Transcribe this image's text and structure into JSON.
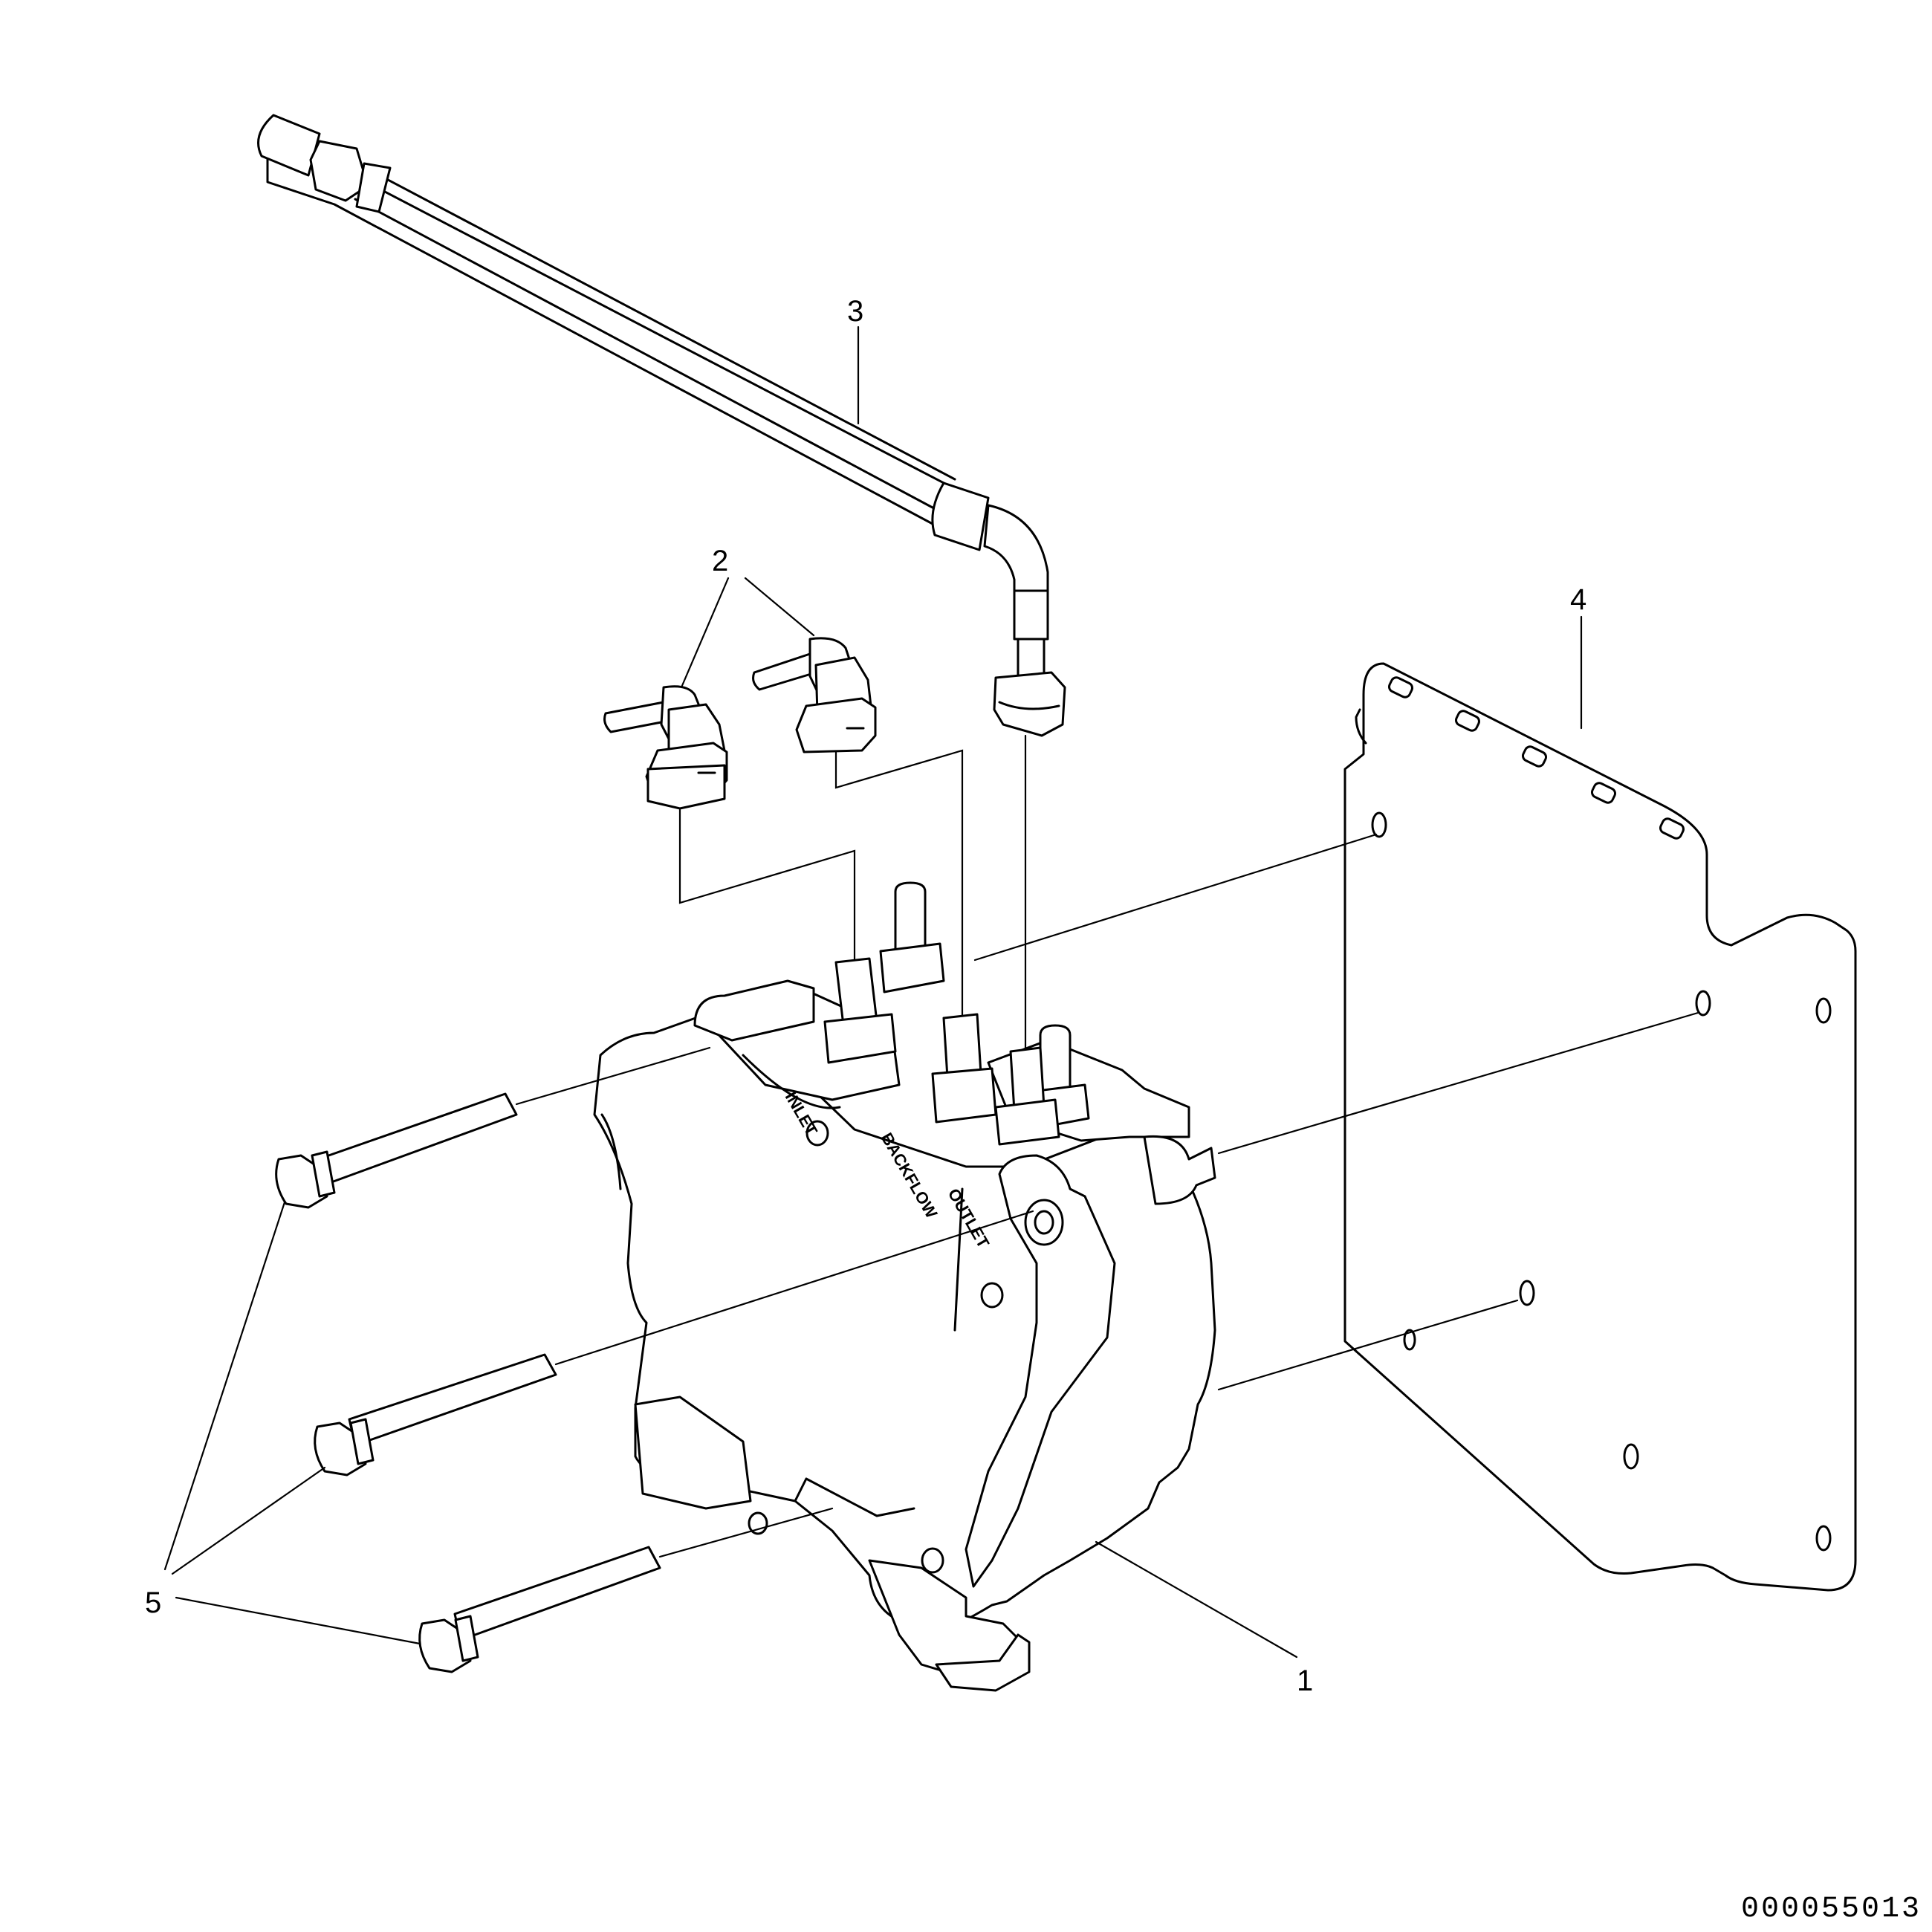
{
  "diagram": {
    "callouts": [
      {
        "id": "1",
        "label": "1"
      },
      {
        "id": "2",
        "label": "2"
      },
      {
        "id": "3",
        "label": "3"
      },
      {
        "id": "4",
        "label": "4"
      },
      {
        "id": "5",
        "label": "5"
      }
    ],
    "port_stamps": {
      "inlet": "INLET",
      "backflow": "BACKFLOW",
      "outlet": "OUTLET"
    },
    "document_id": "000055013",
    "line_color": "#000000",
    "background_color": "#ffffff"
  }
}
